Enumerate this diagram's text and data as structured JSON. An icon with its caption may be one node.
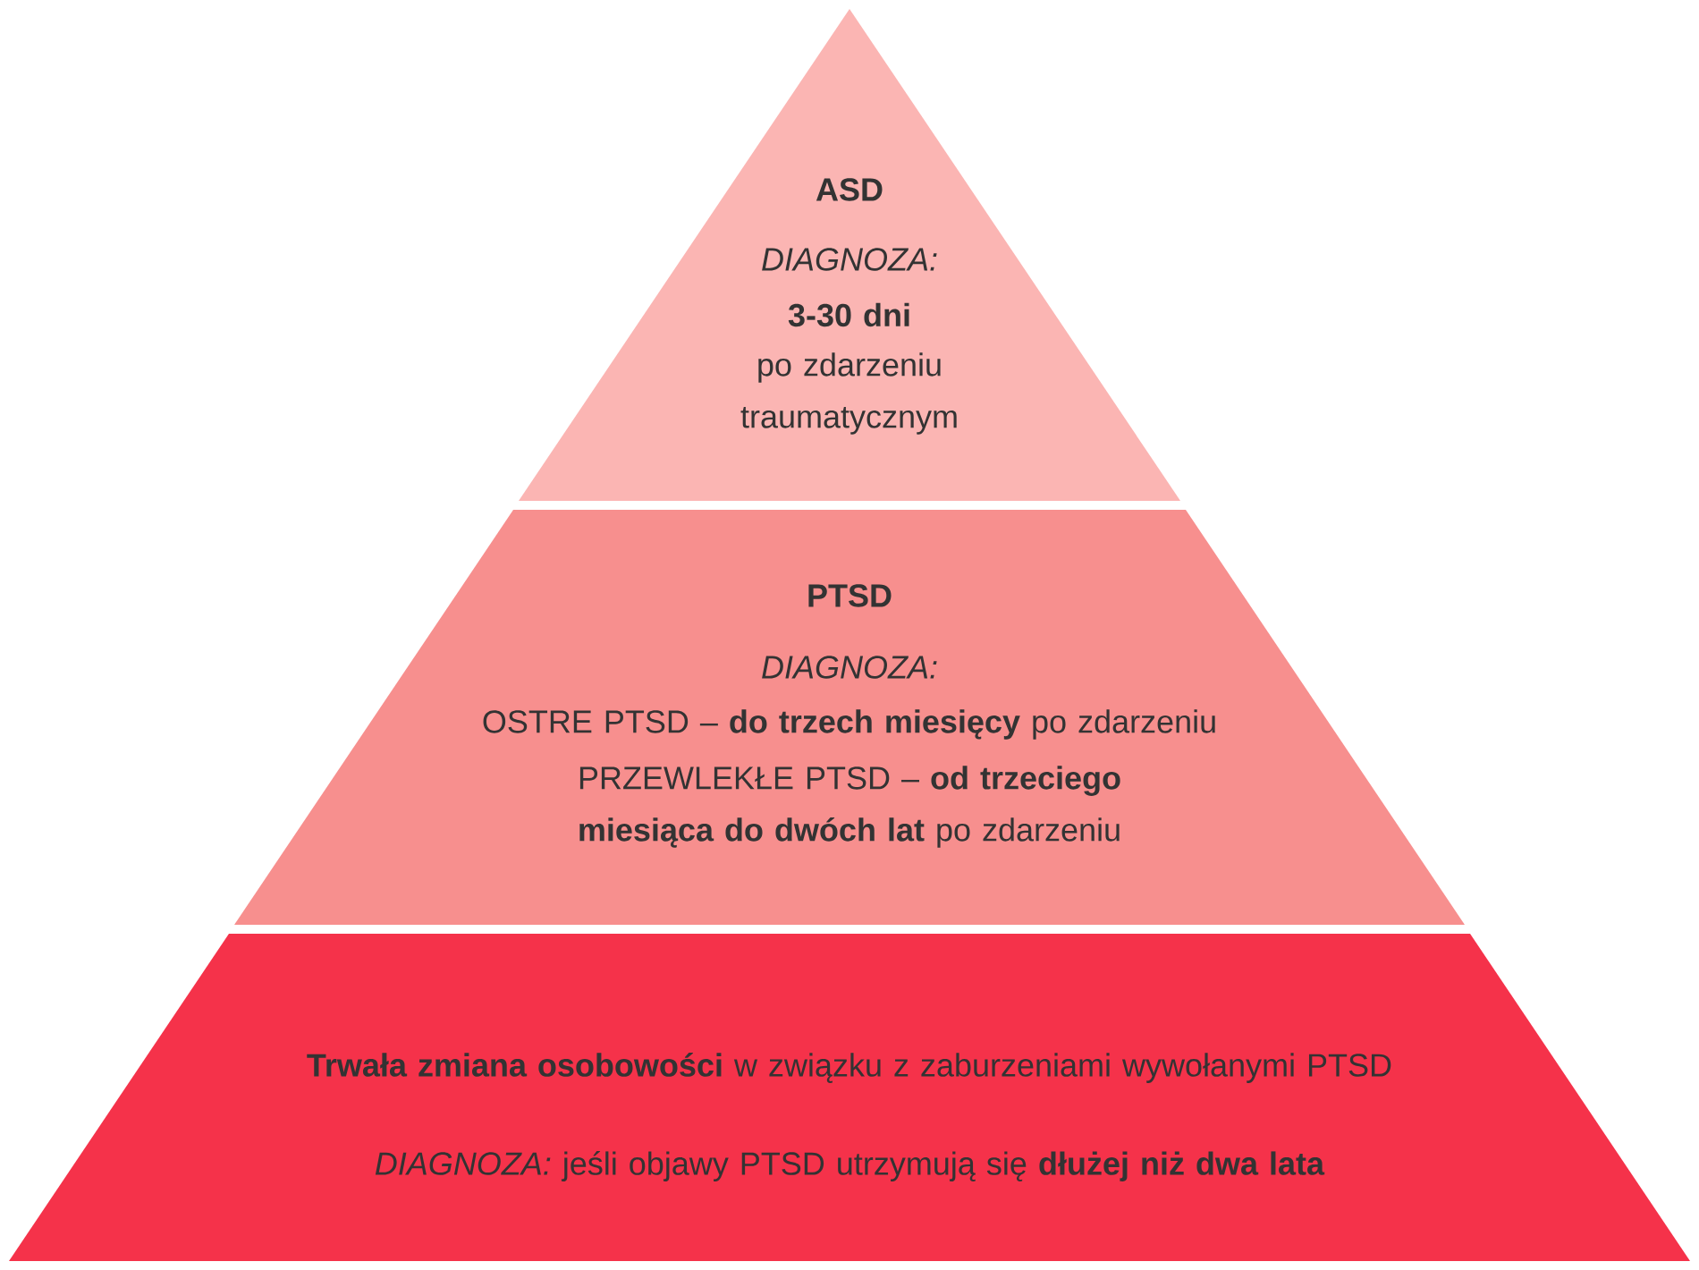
{
  "diagram": {
    "nodes": [
      {
        "text": [
          "ASD",
          "DIAGNOZA:",
          "3-30 dni",
          "po zdarzeniu traumatycznym"
        ]
      },
      {
        "text": [
          "PTSD",
          "DIAGNOZA:",
          "OSTRE PTSD – **do trzech miesięcy** po zdarzeniu",
          "PRZEWLEKŁE PTSD – **od trzeciego miesiąca do dwóch lat** po zdarzeniu"
        ]
      },
      {
        "text": [
          "**Trwała zmiana osobowości** w związku z zaburzeniami wywołanymi PTSD",
          "*DIAGNOZA:* jeśli objawy PTSD utrzymują się **dłużej niż dwa lata**"
        ]
      }
    ]
  }
}
